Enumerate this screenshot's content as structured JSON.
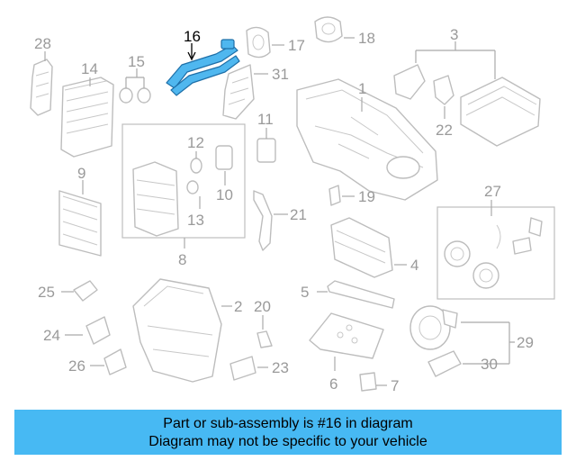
{
  "diagram": {
    "highlighted_part": "16",
    "callouts": [
      "1",
      "2",
      "3",
      "4",
      "5",
      "6",
      "7",
      "8",
      "9",
      "10",
      "11",
      "12",
      "13",
      "14",
      "15",
      "16",
      "17",
      "18",
      "19",
      "20",
      "21",
      "22",
      "23",
      "24",
      "25",
      "26",
      "27",
      "28",
      "29",
      "30",
      "31"
    ]
  },
  "banner": {
    "line1": "Part or sub-assembly is #16 in diagram",
    "line2": "Diagram may not be specific to your vehicle",
    "color": "#47b9f3"
  },
  "colors": {
    "highlight_fill": "#4fb7ef",
    "part_stroke": "#bdbdbd",
    "callout_text": "#9a9a9a"
  }
}
